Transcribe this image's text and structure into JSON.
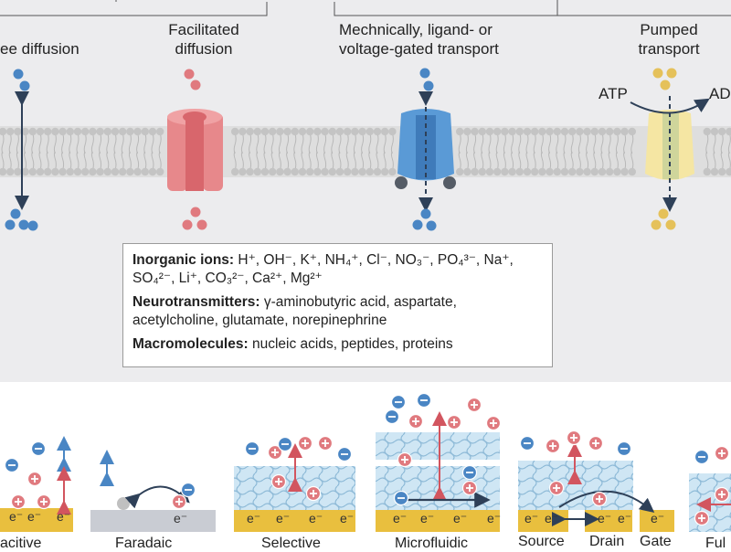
{
  "top": {
    "labels": {
      "free": "ee diffusion",
      "facilitated_1": "Facilitated",
      "facilitated_2": "diffusion",
      "gated_1": "Mechnically, ligand- or",
      "gated_2": "voltage-gated transport",
      "pumped_1": "Pumped",
      "pumped_2": "transport",
      "atp": "ATP",
      "adp": "AD"
    }
  },
  "info": {
    "inorganic_title": "Inorganic ions:",
    "inorganic_text_1": "H⁺, OH⁻, K⁺, NH₄⁺, Cl⁻, NO₃⁻, PO₄³⁻, Na⁺,",
    "inorganic_text_2": "SO₄²⁻, Li⁺, CO₃²⁻, Ca²⁺, Mg²⁺",
    "neuro_title": "Neurotransmitters:",
    "neuro_text_1": "γ-aminobutyric acid, aspartate,",
    "neuro_text_2": "acetylcholine, glutamate, norepinephrine",
    "macro_title": "Macromolecules:",
    "macro_text": "nucleic acids, peptides, proteins"
  },
  "bottom": {
    "panels": {
      "capacitive": "acitive",
      "faradaic": "Faradaic",
      "selective": "Selective",
      "microfluidic": "Microfluidic",
      "source": "Source",
      "drain": "Drain",
      "gate": "Gate",
      "fully": "Ful"
    },
    "electron": "e⁻"
  },
  "colors": {
    "blue_ion": "#4a86c4",
    "pink_ion": "#e07a7f",
    "yellow_ion": "#e5c15a",
    "electrode": "#e9bf3e",
    "hydrogel": "#cfe6f4",
    "arrow_red": "#d2555f",
    "arrow_dark": "#2e4058"
  }
}
